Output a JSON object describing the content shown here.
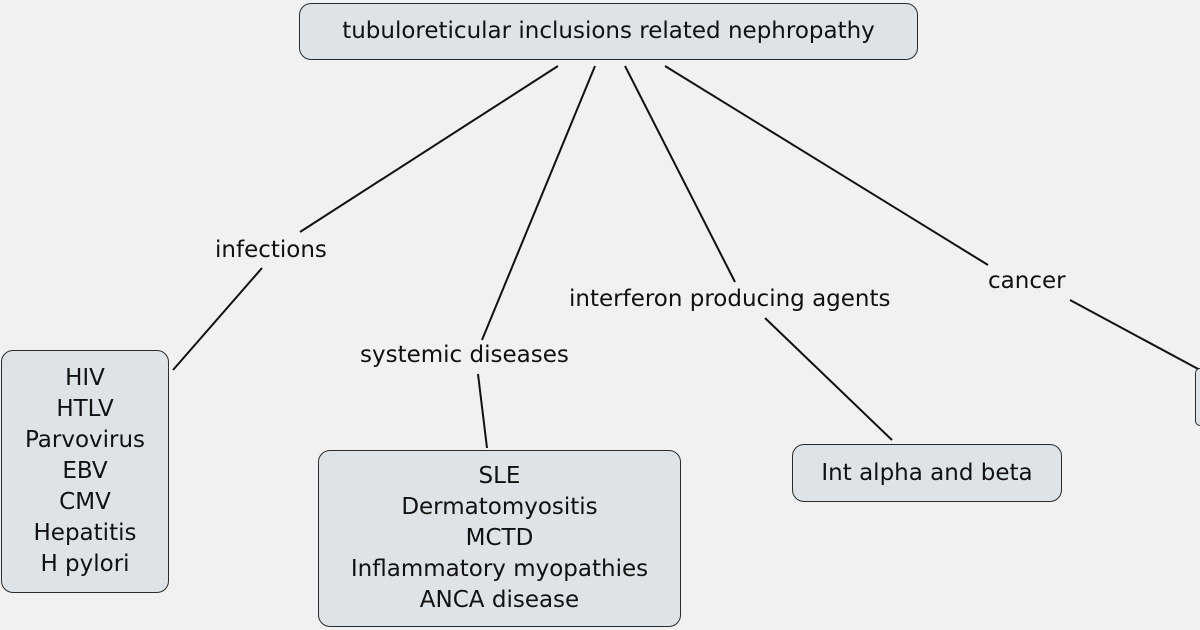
{
  "root": {
    "text": "tubuloreticular inclusions related nephropathy"
  },
  "links": {
    "infections": "infections",
    "systemic": "systemic diseases",
    "interferon": "interferon producing agents",
    "cancer": "cancer"
  },
  "infections_box": {
    "items": [
      "HIV",
      "HTLV",
      "Parvovirus",
      "EBV",
      "CMV",
      "Hepatitis",
      "H pylori"
    ]
  },
  "systemic_box": {
    "items": [
      "SLE",
      "Dermatomyositis",
      "MCTD",
      "Inflammatory myopathies",
      "ANCA disease"
    ]
  },
  "interferon_box": {
    "items": [
      "Int alpha and beta"
    ]
  },
  "colors": {
    "node_fill": "#dde3e6",
    "node_border": "#2b2b2b",
    "background": "#f1f1f1",
    "line": "#111111"
  }
}
